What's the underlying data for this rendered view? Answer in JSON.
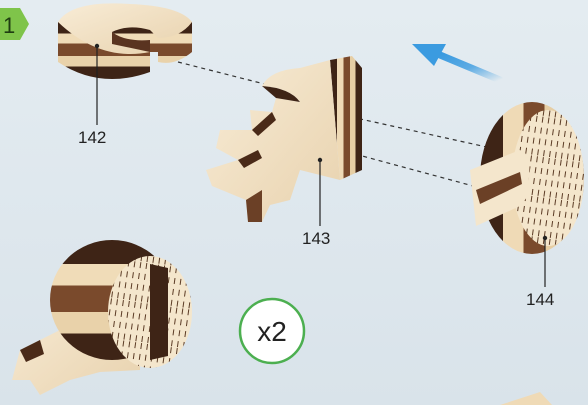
{
  "step": {
    "number": "1",
    "badge_color": "#7fc44a"
  },
  "parts": [
    {
      "id": "142",
      "label": "142"
    },
    {
      "id": "143",
      "label": "143"
    },
    {
      "id": "144",
      "label": "144"
    }
  ],
  "quantity": {
    "label": "x2",
    "circle_color": "#4caf50"
  },
  "arrow": {
    "color": "#3b9be0",
    "direction": "up-left"
  },
  "materials": {
    "light_wood": "#f3e2c4",
    "dark_wood": "#4a2a18"
  }
}
